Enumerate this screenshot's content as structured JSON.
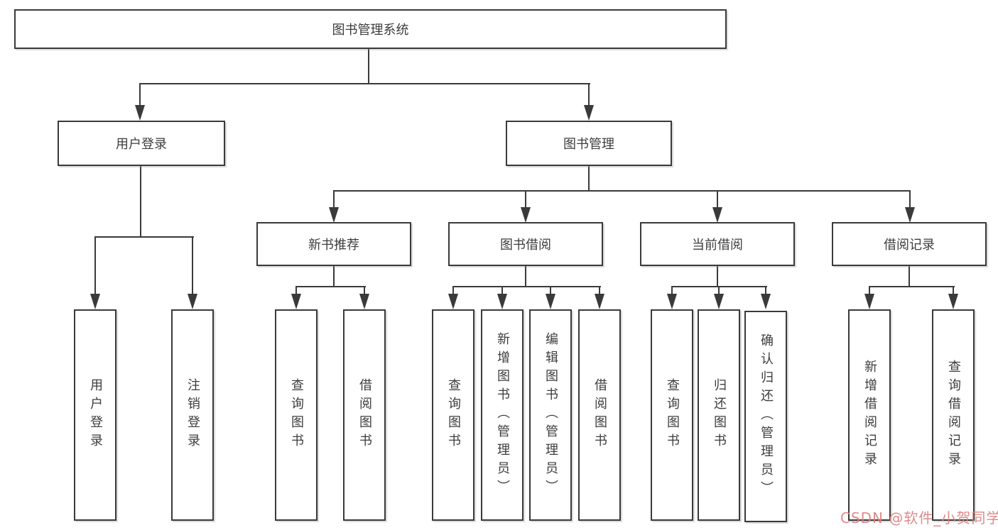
{
  "nodes": {
    "root": "图书管理系统",
    "login": "用户登录",
    "mgmt": "图书管理",
    "login_children": [
      "用户登录",
      "注销登录"
    ],
    "groups": [
      {
        "label": "新书推荐",
        "children": [
          "查询图书",
          "借阅图书"
        ]
      },
      {
        "label": "图书借阅",
        "children": [
          "查询图书",
          "新增图书（管理员）",
          "编辑图书（管理员）",
          "借阅图书"
        ]
      },
      {
        "label": "当前借阅",
        "children": [
          "查询图书",
          "归还图书",
          "确认归还（管理员）"
        ]
      },
      {
        "label": "借阅记录",
        "children": [
          "新增借阅记录",
          "查询借阅记录"
        ]
      }
    ]
  },
  "watermark": {
    "text": "CSDN @软件_小贺同学",
    "color": "#de8080"
  },
  "colors": {
    "line": "#3a3a3a",
    "text": "#3d3d3d",
    "background": "#ffffff"
  }
}
